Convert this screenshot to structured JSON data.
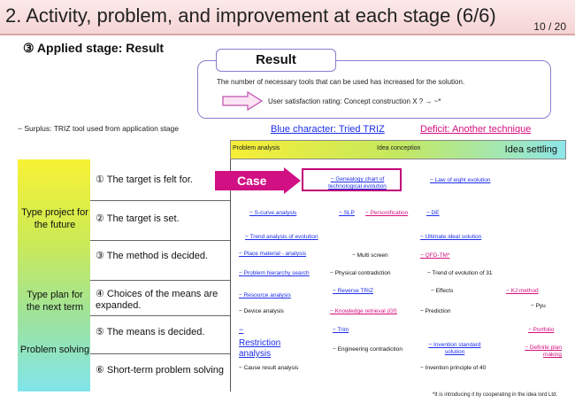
{
  "header": {
    "title": "2. Activity, problem, and improvement at each stage (6/6)",
    "page": "10 / 20"
  },
  "stage_heading": "③ Applied stage: Result",
  "result": {
    "title": "Result",
    "line1": "The number of necessary tools that can be used has increased for the solution.",
    "line2": "User satisfaction rating: Concept construction X ? → ~*"
  },
  "surplus": "−  Surplus: TRIZ tool used from application stage",
  "legend": {
    "blue": "Blue character: Tried TRIZ",
    "pink": "Deficit: Another technique"
  },
  "columns": {
    "problem_analysis": "Problem analysis",
    "idea_conception": "Idea conception",
    "idea_settling": "Idea settling"
  },
  "categories": [
    {
      "label": "Type project for the future"
    },
    {
      "label": "Type plan for the next term"
    },
    {
      "label": "Problem solving"
    }
  ],
  "stages": [
    {
      "label": "① The target is felt for."
    },
    {
      "label": "② The target is set."
    },
    {
      "label": "③ The method is decided."
    },
    {
      "label": "④ Choices of the means are expanded."
    },
    {
      "label": "⑤ The means is decided."
    },
    {
      "label": "⑥ Short-term problem solving"
    }
  ],
  "case_label": "Case",
  "tools": {
    "genealogy": "− Genealogy chart of technological evolution",
    "law_eight": "− Law of eight evolution",
    "s_curve": "− S-curve analysis",
    "slp": "− SLP",
    "personification": "− Personification",
    "de": "− DE",
    "trend_evolution": "− Trend analysis of evolution",
    "ultimate_ideal": "− Ultimate ideal solution",
    "place_material": "− Place material - analysis",
    "multi_screen": "− Multi screen",
    "qfd_tm": "− QFD-TM*",
    "problem_hierarchy": "− Problem hierarchy search",
    "physical_contradiction": "− Physical contradiction",
    "trend_31": "− Trend of evolution of 31",
    "resource": "− Resource analysis",
    "reverse_triz": "− Reverse TRIZ",
    "effects": "− Effects",
    "kj_method": "− KJ method",
    "pyu": "− Pyu",
    "device_analysis": "− Device analysis",
    "knowledge_retrieval": "− Knowledge retrieval (Gf)",
    "prediction": "− Prediction",
    "restriction_dash": "−",
    "restriction": "Restriction analysis",
    "trim": "− Trim",
    "portfolio": "− Portfolio",
    "engineering_contradiction": "− Engineering contradiction",
    "invention_standard": "− Invention standard solution",
    "definite_plan": "− Definite plan making",
    "cause_result": "− Cause result analysis",
    "invention_40": "− Invention principle of 40"
  },
  "footnote": "*It is introducing it by cooperating in the idea lord Ltd."
}
